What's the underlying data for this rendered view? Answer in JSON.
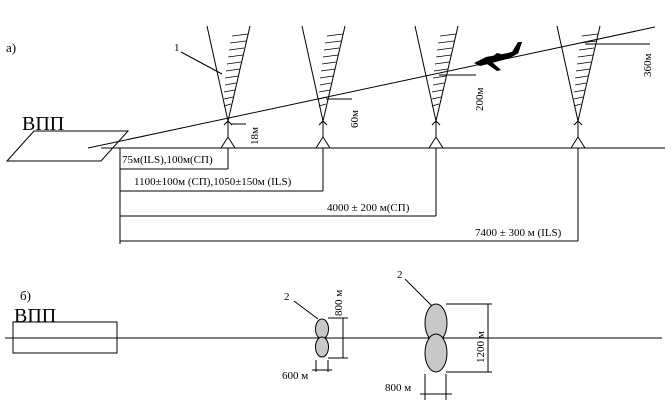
{
  "part_a": {
    "label": "а)",
    "runway_label": "ВПП",
    "callout": "1",
    "heights": [
      "18м",
      "60м",
      "200м",
      "360м"
    ],
    "distances": [
      "75м(ILS),100м(СП)",
      "1100±100м (СП),1050±150м (ILS)",
      "4000 ± 200 м(СП)",
      "7400 ± 300 м (ILS)"
    ]
  },
  "part_b": {
    "label": "б)",
    "runway_label": "ВПП",
    "callout_small": "2",
    "callout_large": "2",
    "small_zone": {
      "width": "600 м",
      "height": "800 м"
    },
    "large_zone": {
      "width": "800 м",
      "height": "1200 м"
    }
  }
}
